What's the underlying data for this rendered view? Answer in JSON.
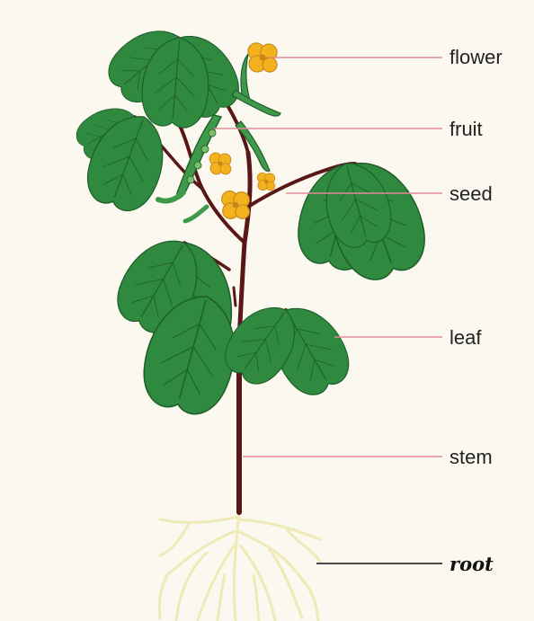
{
  "diagram": {
    "labels": {
      "flower": "flower",
      "fruit": "fruit",
      "seed": "seed",
      "leaf": "leaf",
      "stem": "stem",
      "root": "root"
    },
    "colors": {
      "leaf": "#2f8a3f",
      "leaf_dark": "#1f5e2b",
      "stem": "#5a1717",
      "flower": "#f2b21e",
      "root": "#f1efc2",
      "pointer_line": "#e38a9a",
      "root_pointer_line": "#111111",
      "background": "#fbf8ef"
    }
  }
}
